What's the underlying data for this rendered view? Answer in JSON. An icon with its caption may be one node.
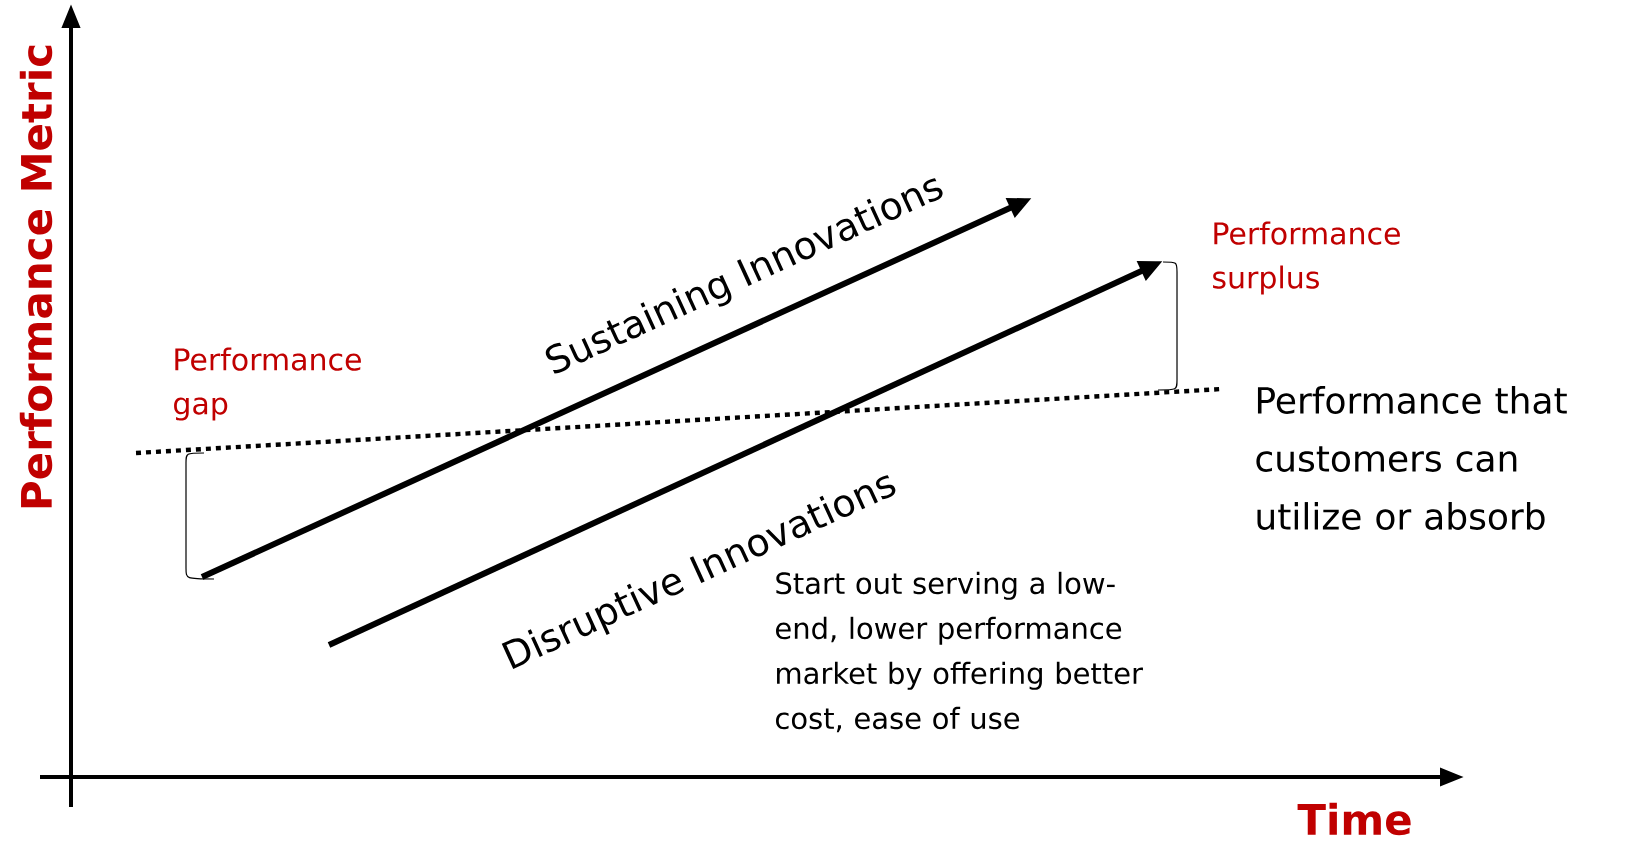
{
  "diagram": {
    "labels": [
      "Performance Metric",
      "Sustaining Innovations",
      "Performance surplus",
      "Performance gap",
      "Performance that customers can utilize or absorb",
      "Disruptive Innovations",
      "Start out serving a low-end, lower performance market by offering better cost, ease of use",
      "Time"
    ]
  }
}
